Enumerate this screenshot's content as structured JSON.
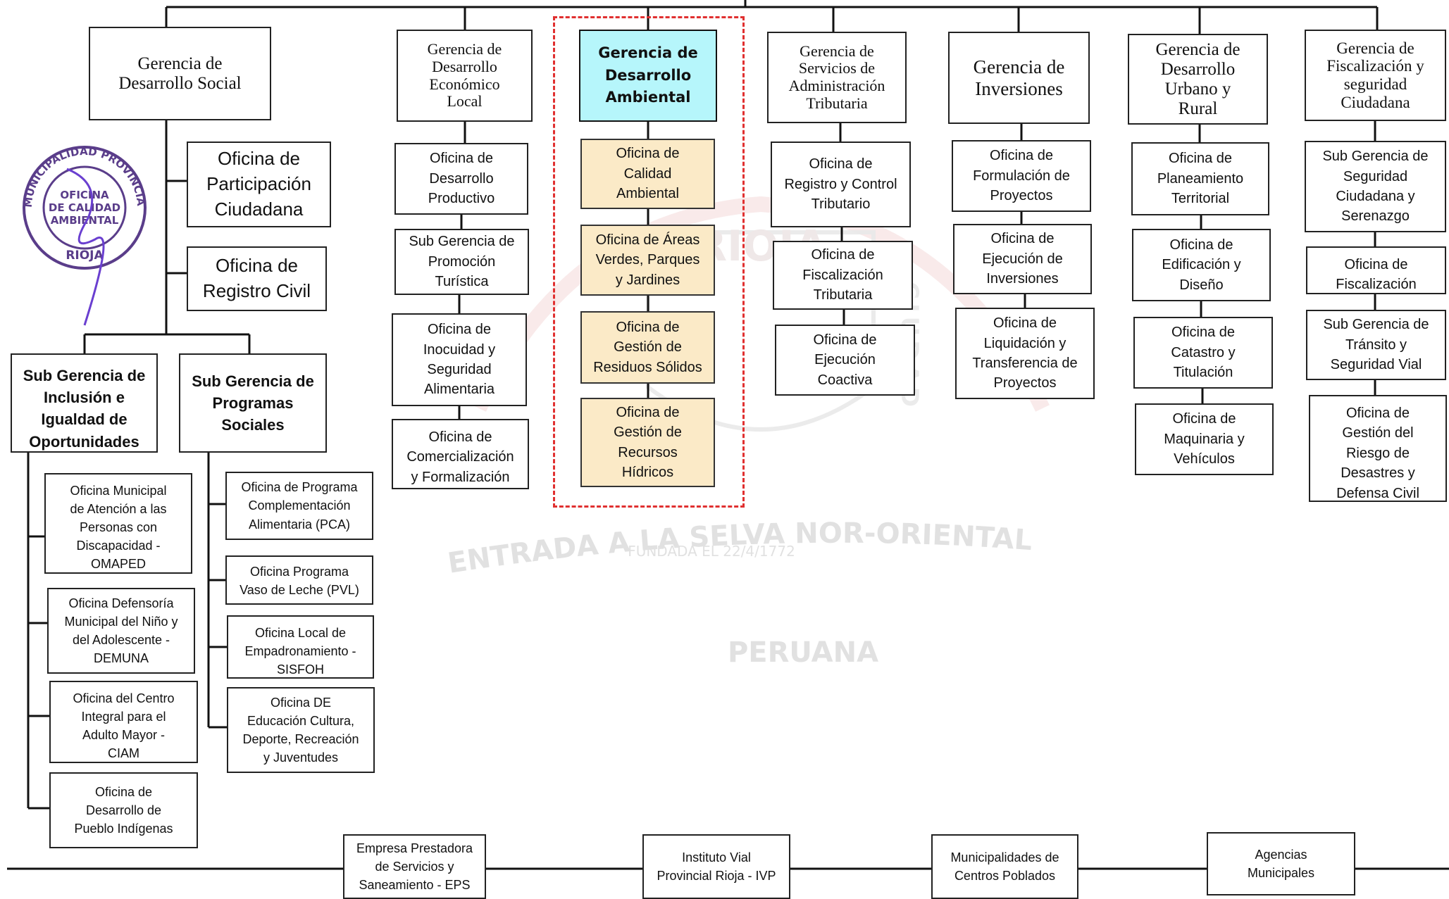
{
  "colors": {
    "focus_fill": "#b6f6fb",
    "sub_office_fill": "#fbeac7",
    "highlight_border": "#e03030",
    "watermark": "#d9c7c7",
    "seal": "#5a3d8a"
  },
  "watermark": {
    "motto_line1": "ENTRADA A LA SELVA NOR-ORIENTAL",
    "motto_line2": "PERUANA",
    "founded": "FUNDADA EL 22/4/1772",
    "emblem_word": "RIOJA",
    "side_word": "CIUDAD"
  },
  "seal": {
    "outer_text": "MUNICIPALIDAD PROVINCIAL DE RIOJA",
    "inner_line1": "OFICINA",
    "inner_line2": "DE CALIDAD",
    "inner_line3": "AMBIENTAL",
    "bottom": "RIOJA"
  },
  "org": {
    "social": {
      "title": "Gerencia de\nDesarrollo   Social",
      "participacion": "Oficina de\nParticipación\nCiudadana",
      "registro_civil": "Oficina de\nRegistro Civil",
      "inclusion": "Sub Gerencia de\nInclusión e\nIgualdad de\nOportunidades",
      "programas": "Sub Gerencia de\nProgramas\nSociales",
      "inclusion_offices": [
        "Oficina Municipal\nde Atención a las\nPersonas con\nDiscapacidad -\nOMAPED",
        "Oficina Defensoría\nMunicipal del Niño y\ndel Adolescente -\nDEMUNA",
        "Oficina del Centro\nIntegral para el\nAdulto Mayor -\nCIAM",
        "Oficina de\nDesarrollo de\nPueblo Indígenas"
      ],
      "programas_offices": [
        "Oficina de Programa\nComplementación\nAlimentaria (PCA)",
        "Oficina Programa\nVaso de Leche (PVL)",
        "Oficina Local de\nEmpadronamiento -\nSISFOH",
        "Oficina DE\nEducación Cultura,\nDeporte, Recreación\ny Juventudes"
      ]
    },
    "economico": {
      "title": "Gerencia de\nDesarrollo\nEconómico\nLocal",
      "offices": [
        "Oficina de\nDesarrollo\nProductivo",
        "Sub Gerencia de\nPromoción\nTurística",
        "Oficina de\nInocuidad y\nSeguridad\nAlimentaria",
        "Oficina de\nComercialización\ny Formalización"
      ]
    },
    "ambiental": {
      "title": "Gerencia de\nDesarrollo\nAmbiental",
      "offices": [
        "Oficina de\nCalidad\nAmbiental",
        "Oficina de Áreas\nVerdes, Parques\ny Jardines",
        "Oficina de\nGestión de\nResiduos Sólidos",
        "Oficina de\nGestión de\nRecursos\nHídricos"
      ]
    },
    "tributaria": {
      "title": "Gerencia de\nServicios de\nAdministración\nTributaria",
      "offices": [
        "Oficina de\nRegistro y Control\nTributario",
        "Oficina de\nFiscalización\nTributaria",
        "Oficina de\nEjecución\nCoactiva"
      ]
    },
    "inversiones": {
      "title": "Gerencia de\nInversiones",
      "offices": [
        "Oficina de\nFormulación de\nProyectos",
        "Oficina de\nEjecución de\nInversiones",
        "Oficina de\nLiquidación y\nTransferencia de\nProyectos"
      ]
    },
    "urbano": {
      "title": "Gerencia de\nDesarrollo\nUrbano y\nRural",
      "offices": [
        "Oficina de\nPlaneamiento\nTerritorial",
        "Oficina de\nEdificación y\nDiseño",
        "Oficina de\nCatastro y\nTitulación",
        "Oficina de\nMaquinaria y\nVehículos"
      ]
    },
    "fiscalizacion": {
      "title": "Gerencia de\nFiscalización y\nseguridad\nCiudadana",
      "offices": [
        "Sub Gerencia de\nSeguridad\nCiudadana y\nSerenazgo",
        "Oficina de\nFiscalización",
        "Sub Gerencia de\nTránsito y\nSeguridad Vial",
        "Oficina de\nGestión del\nRiesgo de\nDesastres y\nDefensa Civil"
      ]
    },
    "bottom": [
      "Empresa Prestadora\nde Servicios y\nSaneamiento - EPS",
      "Instituto Vial\nProvincial Rioja - IVP",
      "Municipalidades de\nCentros Poblados",
      "Agencias\nMunicipales"
    ]
  }
}
